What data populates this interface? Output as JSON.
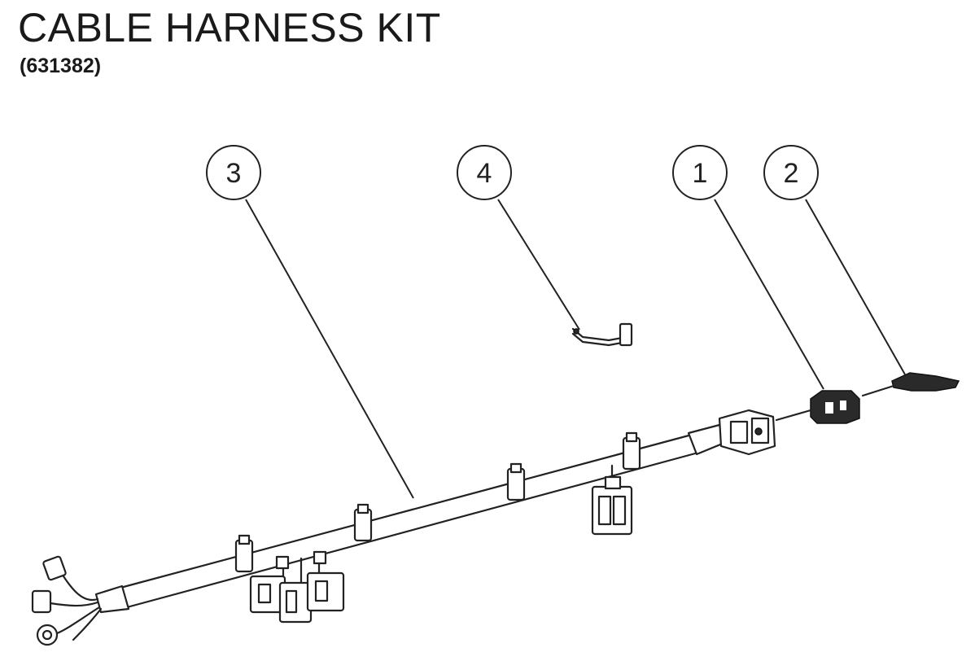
{
  "header": {
    "title": "CABLE HARNESS KIT",
    "part_number": "(631382)"
  },
  "callouts": [
    {
      "label": "3",
      "part": "main-harness"
    },
    {
      "label": "4",
      "part": "jumper-cable"
    },
    {
      "label": "1",
      "part": "connector-block"
    },
    {
      "label": "2",
      "part": "end-terminal"
    }
  ],
  "colors": {
    "ink": "#222222",
    "background": "#ffffff"
  }
}
